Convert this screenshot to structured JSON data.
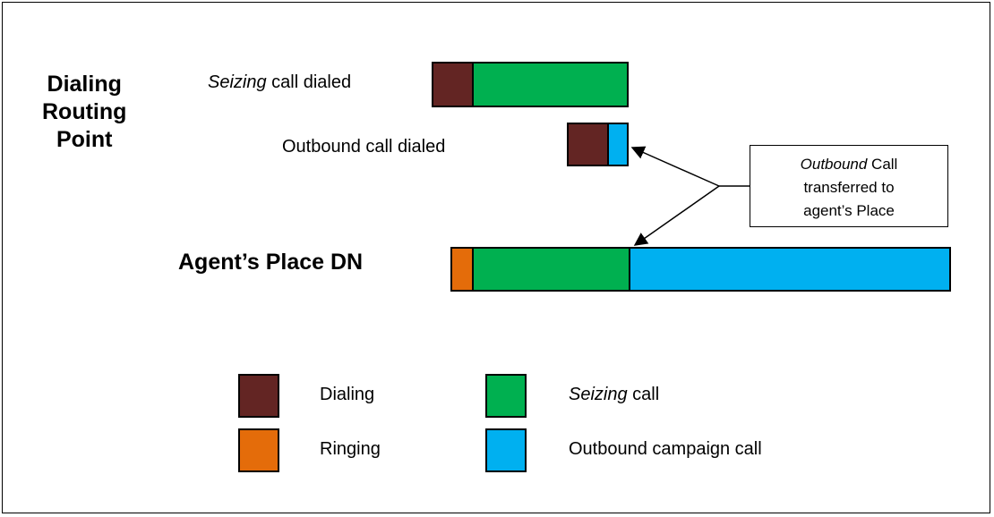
{
  "labels": {
    "routing_point": [
      "Dialing",
      "Routing",
      "Point"
    ],
    "seizing_row": {
      "em": "Seizing",
      "rest": " call dialed"
    },
    "outbound_row": "Outbound call dialed",
    "agent_place": "Agent’s Place DN"
  },
  "callout": {
    "line1_em": "Outbound",
    "line1_rest": " Call",
    "line2": "transferred to",
    "line3": "agent’s Place"
  },
  "colors": {
    "dialing": "#632523",
    "seizing": "#00b050",
    "ringing": "#e46c0a",
    "outbound": "#00b0f0"
  },
  "legend": [
    {
      "key": "dialing",
      "label": "Dialing"
    },
    {
      "key": "ringing",
      "label": "Ringing"
    },
    {
      "key": "seizing",
      "label_em": "Seizing",
      "label_rest": " call"
    },
    {
      "key": "outbound",
      "label": "Outbound campaign call"
    }
  ]
}
